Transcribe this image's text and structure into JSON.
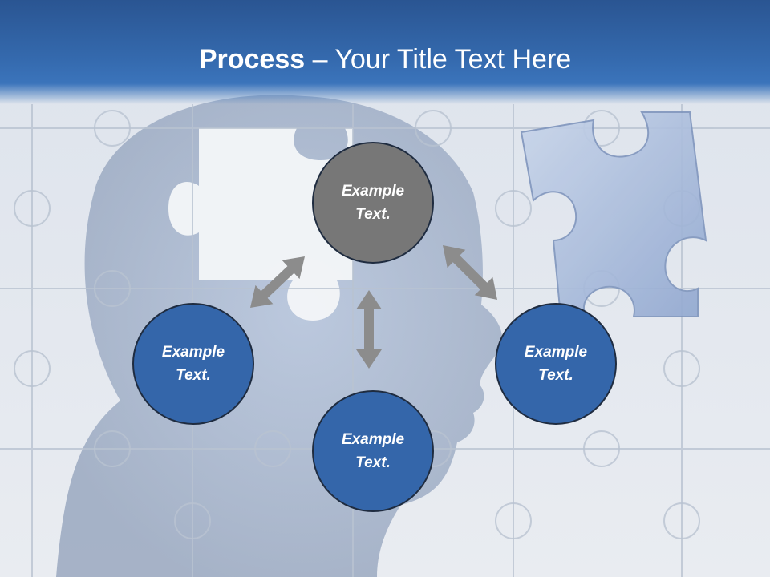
{
  "slide": {
    "title_bold": "Process",
    "title_rest": " – Your Title Text Here"
  },
  "diagram": {
    "nodes": [
      {
        "id": "top",
        "text": "Example\nText.",
        "fill": "#777777"
      },
      {
        "id": "left",
        "text": "Example\nText.",
        "fill": "#3466aa"
      },
      {
        "id": "bottom",
        "text": "Example\nText.",
        "fill": "#3466aa"
      },
      {
        "id": "right",
        "text": "Example\nText.",
        "fill": "#3466aa"
      }
    ],
    "arrow_color": "#8c8c8c"
  },
  "colors": {
    "header": "#3469ad",
    "node_blue": "#3466aa",
    "node_gray": "#777777",
    "node_border": "#1f2c40"
  }
}
